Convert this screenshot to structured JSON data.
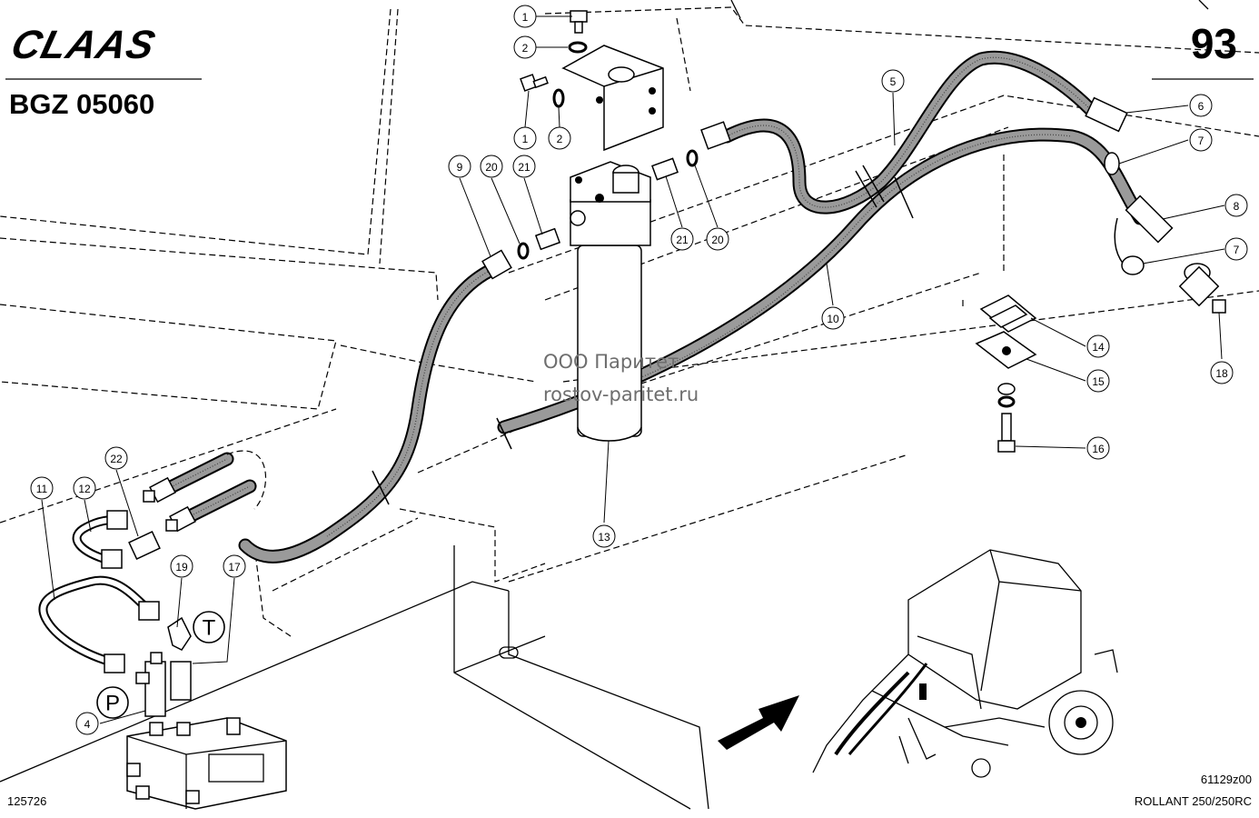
{
  "header": {
    "brand": "CLAAS",
    "page_number": "93",
    "group_code": "BGZ 05060"
  },
  "watermark": {
    "line1": "ООО Паритет",
    "line2": "rostov-paritet.ru"
  },
  "footer": {
    "drawing_id": "125726",
    "figure_code": "61129z00",
    "model": "ROLLANT 250/250RC"
  },
  "port_labels": {
    "pressure": "P",
    "tank": "T"
  },
  "callouts": [
    {
      "id": "callout-1-top",
      "label": "1"
    },
    {
      "id": "callout-2-top",
      "label": "2"
    },
    {
      "id": "callout-1-mid",
      "label": "1"
    },
    {
      "id": "callout-2-mid",
      "label": "2"
    },
    {
      "id": "callout-9",
      "label": "9"
    },
    {
      "id": "callout-20-left",
      "label": "20"
    },
    {
      "id": "callout-21-left",
      "label": "21"
    },
    {
      "id": "callout-21-right",
      "label": "21"
    },
    {
      "id": "callout-20-right",
      "label": "20"
    },
    {
      "id": "callout-5",
      "label": "5"
    },
    {
      "id": "callout-6",
      "label": "6"
    },
    {
      "id": "callout-7-top",
      "label": "7"
    },
    {
      "id": "callout-8",
      "label": "8"
    },
    {
      "id": "callout-7-bottom",
      "label": "7"
    },
    {
      "id": "callout-18",
      "label": "18"
    },
    {
      "id": "callout-10",
      "label": "10"
    },
    {
      "id": "callout-14",
      "label": "14"
    },
    {
      "id": "callout-15",
      "label": "15"
    },
    {
      "id": "callout-16",
      "label": "16"
    },
    {
      "id": "callout-13",
      "label": "13"
    },
    {
      "id": "callout-11",
      "label": "11"
    },
    {
      "id": "callout-12",
      "label": "12"
    },
    {
      "id": "callout-22",
      "label": "22"
    },
    {
      "id": "callout-19",
      "label": "19"
    },
    {
      "id": "callout-17",
      "label": "17"
    },
    {
      "id": "callout-4",
      "label": "4"
    }
  ]
}
